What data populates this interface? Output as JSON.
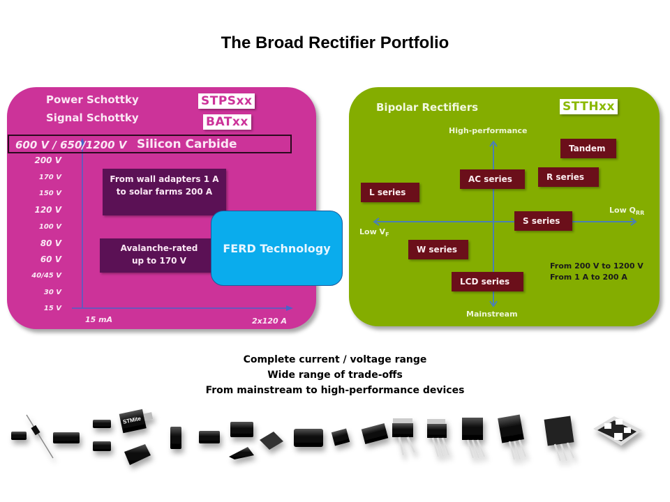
{
  "title": "The Broad Rectifier Portfolio",
  "schottky_panel": {
    "heading_power": "Power Schottky",
    "heading_signal": "Signal Schottky",
    "tag_power": "STPSxx",
    "tag_signal": "BATxx",
    "sic_voltages": "600 V / 650/1200 V",
    "sic_label": "Silicon Carbide",
    "voltage_scale": [
      "200 V",
      "170 V",
      "150 V",
      "120 V",
      "100 V",
      "80 V",
      "60 V",
      "40/45 V",
      "30 V",
      "15 V"
    ],
    "current_min": "15 mA",
    "current_max": "2x120 A",
    "box_range": [
      "From wall adapters 1 A",
      "to solar farms 200 A"
    ],
    "box_avalanche": [
      "Avalanche-rated",
      "up to 170 V"
    ],
    "ferd": "FERD Technology",
    "colors": {
      "panel": "#cc3399",
      "box": "#5b1155",
      "ferd": "#0aaced"
    }
  },
  "bipolar_panel": {
    "heading": "Bipolar Rectifiers",
    "tag": "STTHxx",
    "axis_top": "High-performance",
    "axis_bottom": "Mainstream",
    "axis_left": "Low V",
    "axis_left_sub": "F",
    "axis_right": "Low Q",
    "axis_right_sub": "RR",
    "series": [
      "Tandem",
      "AC series",
      "R  series",
      "L series",
      "S series",
      "W series",
      "LCD series"
    ],
    "range_voltage": "From 200 V to 1200 V",
    "range_current": "From 1 A to 200 A",
    "colors": {
      "panel": "#84ad00",
      "box": "#6b0f1a",
      "axis": "#4a7fb5"
    }
  },
  "summary": [
    "Complete current / voltage range",
    "Wide range of trade-offs",
    "From mainstream to high-performance devices"
  ],
  "package_strip": {
    "label_on_package": "STMite",
    "packages": [
      "sod-smd",
      "axial-diode",
      "smb",
      "smb-small",
      "stmite",
      "smc-flat",
      "sot23",
      "sma",
      "powerflat",
      "dpak",
      "d2pak",
      "to220-2lead",
      "to220-3lead",
      "to220fp",
      "to247",
      "to3p",
      "isotop"
    ]
  }
}
